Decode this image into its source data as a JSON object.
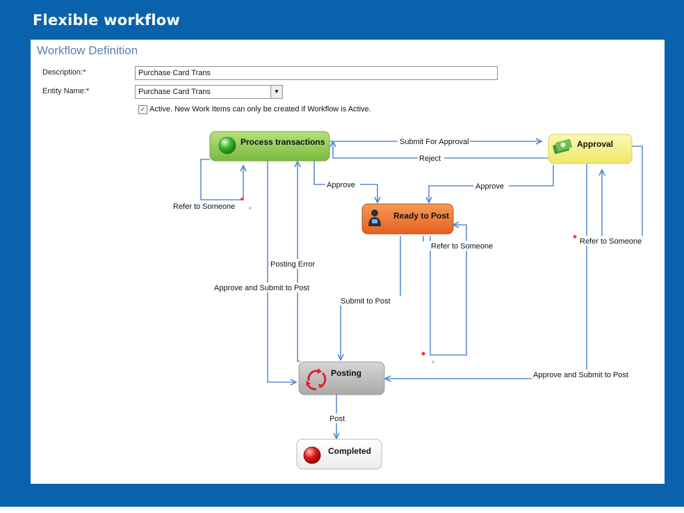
{
  "banner": {
    "title": "Flexible workflow"
  },
  "panel": {
    "title": "Workflow Definition"
  },
  "form": {
    "description_label": "Description:*",
    "description_value": "Purchase Card Trans",
    "entity_label": "Entity Name:*",
    "entity_value": "Purchase Card Trans",
    "active_label": "Active. New Work Items can only be created if Workflow is Active.",
    "active_checked": true
  },
  "states": {
    "process": "Process transactions",
    "approval": "Approval",
    "ready": "Ready to Post",
    "posting": "Posting",
    "completed": "Completed"
  },
  "transitions": {
    "submit_for_approval": "Submit For Approval",
    "reject": "Reject",
    "approve_left": "Approve",
    "approve_right": "Approve",
    "refer_left": "Refer to Someone",
    "refer_middle": "Refer to Someone",
    "refer_right": "Refer to Someone",
    "posting_error": "Posting Error",
    "approve_submit_left": "Approve and Submit to Post",
    "submit_to_post": "Submit to Post",
    "approve_submit_right": "Approve and Submit to Post",
    "post": "Post"
  },
  "colors": {
    "frame": "#0a62ad",
    "process": "#8cc94f",
    "approval": "#f6f07a",
    "ready": "#ee6f2a",
    "posting": "#bcbcbc",
    "connector": "#5b8fd1"
  }
}
